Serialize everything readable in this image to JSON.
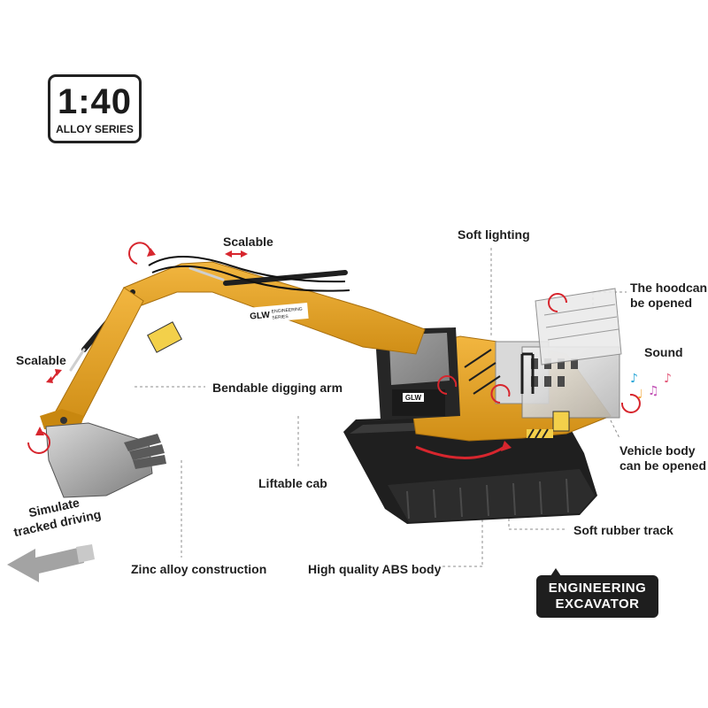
{
  "scale_badge": {
    "ratio": "1:40",
    "series": "ALLOY SERIES"
  },
  "callouts": {
    "scalable_top": "Scalable",
    "scalable_left": "Scalable",
    "bendable_arm": "Bendable digging arm",
    "liftable_cab": "Liftable cab",
    "zinc_alloy": "Zinc alloy construction",
    "abs_body": "High quality ABS body",
    "soft_lighting": "Soft lighting",
    "hoodcan_line1": "The hoodcan",
    "hoodcan_line2": "be opened",
    "sound": "Sound",
    "body_open_line1": "Vehicle body",
    "body_open_line2": "can be opened",
    "rubber_track": "Soft rubber track"
  },
  "simulate": {
    "line1": "Simulate",
    "line2": "tracked driving"
  },
  "engineering_badge": {
    "line1": "ENGINEERING",
    "line2": "EXCAVATOR"
  },
  "toy_markings": {
    "arm_brand": "GLW",
    "arm_series_line1": "ENGINEERING",
    "arm_series_line2": "SERIES",
    "cab_brand": "GLW"
  },
  "colors": {
    "body_yellow": "#e8a726",
    "track_black": "#1f1f1f",
    "arrow_red": "#d7262e",
    "leader_gray": "#8c8c8c",
    "badge_dark": "#1e1e1e"
  }
}
